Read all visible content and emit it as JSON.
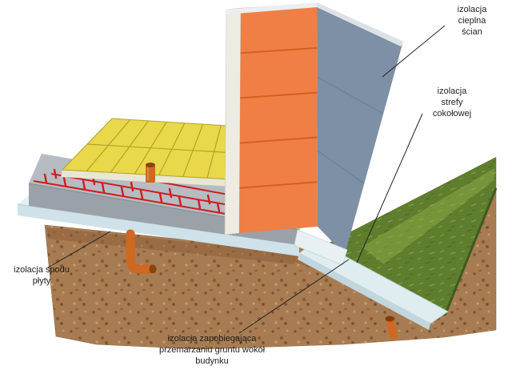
{
  "diagram": {
    "labels": {
      "wall_thermal": "izolacja\ncieplna\nścian",
      "plinth_zone": "izolacja\nstrefy\ncokołowej",
      "slab_bottom": "izolacja spodu\npłyty",
      "frost_protection": "izolacja zapobiegająca\nprzemarzaniu gruntu wokół\nbudynku"
    },
    "colors": {
      "brick_wall": "#ef7f45",
      "brick_joint": "#d2601f",
      "wall_insulation": "#7e90a5",
      "floor_panels_yellow": "#e8d84a",
      "concrete_slab_front": "#9ba1a8",
      "concrete_slab_top": "#b6bcc2",
      "slab_bottom_insulation": "#cfe2ea",
      "frost_skirt_insulation": "#dfecf0",
      "heating_pipes_red": "#cf1d1d",
      "conduit_orange": "#cf6820",
      "soil_brown": "#a87c52",
      "grass_green": "#5e7e2e"
    }
  }
}
